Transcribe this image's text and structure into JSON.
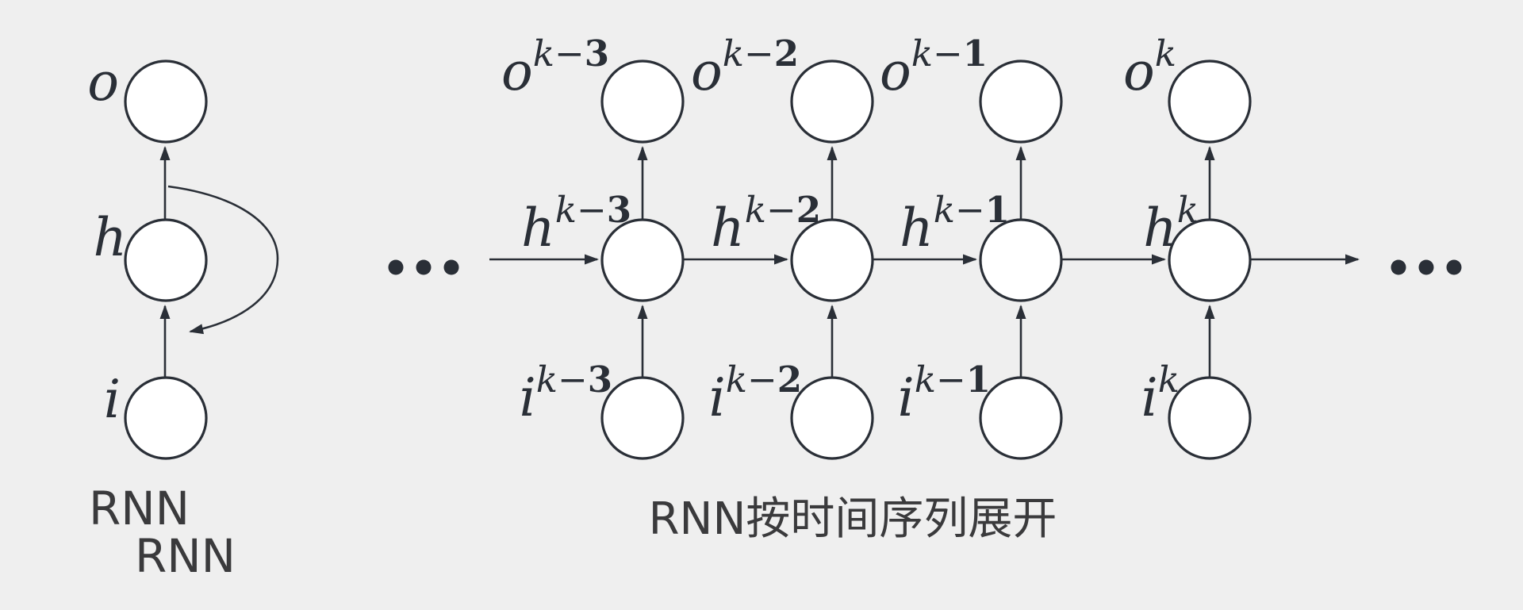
{
  "figure": {
    "colors": {
      "background": "#efefef",
      "ink": "#2a2f37",
      "node_fill": "#ffffff",
      "caption_text": "#3a3a3c"
    },
    "left_diagram": {
      "node_labels": {
        "output": {
          "base": "o",
          "sup": []
        },
        "hidden": {
          "base": "h",
          "sup": []
        },
        "input": {
          "base": "i",
          "sup": []
        }
      },
      "caption_line_1": "RNN",
      "caption_line_2": "RNN"
    },
    "unrolled_diagram": {
      "caption": "RNN按时间序列展开",
      "ellipsis_left": "3 dots",
      "ellipsis_right": "3 dots",
      "columns": [
        {
          "time": "k-3",
          "output": {
            "base": "o",
            "sup": [
              {
                "t": "k",
                "style": "italic"
              },
              {
                "t": "−",
                "style": "plain"
              },
              {
                "t": "3",
                "style": "bold"
              }
            ]
          },
          "hidden": {
            "base": "h",
            "sup": [
              {
                "t": "k",
                "style": "italic"
              },
              {
                "t": "−",
                "style": "plain"
              },
              {
                "t": "3",
                "style": "bold"
              }
            ]
          },
          "input": {
            "base": "i",
            "sup": [
              {
                "t": "k",
                "style": "italic"
              },
              {
                "t": "−",
                "style": "plain"
              },
              {
                "t": "3",
                "style": "bold"
              }
            ]
          }
        },
        {
          "time": "k-2",
          "output": {
            "base": "o",
            "sup": [
              {
                "t": "k",
                "style": "italic"
              },
              {
                "t": "−",
                "style": "plain"
              },
              {
                "t": "2",
                "style": "bold"
              }
            ]
          },
          "hidden": {
            "base": "h",
            "sup": [
              {
                "t": "k",
                "style": "italic"
              },
              {
                "t": "−",
                "style": "plain"
              },
              {
                "t": "2",
                "style": "bold"
              }
            ]
          },
          "input": {
            "base": "i",
            "sup": [
              {
                "t": "k",
                "style": "italic"
              },
              {
                "t": "−",
                "style": "plain"
              },
              {
                "t": "2",
                "style": "bold"
              }
            ]
          }
        },
        {
          "time": "k-1",
          "output": {
            "base": "o",
            "sup": [
              {
                "t": "k",
                "style": "italic"
              },
              {
                "t": "−",
                "style": "plain"
              },
              {
                "t": "1",
                "style": "bold"
              }
            ]
          },
          "hidden": {
            "base": "h",
            "sup": [
              {
                "t": "k",
                "style": "italic"
              },
              {
                "t": "−",
                "style": "plain"
              },
              {
                "t": "1",
                "style": "bold"
              }
            ]
          },
          "input": {
            "base": "i",
            "sup": [
              {
                "t": "k",
                "style": "italic"
              },
              {
                "t": "−",
                "style": "plain"
              },
              {
                "t": "1",
                "style": "bold"
              }
            ]
          }
        },
        {
          "time": "k",
          "output": {
            "base": "o",
            "sup": [
              {
                "t": "k",
                "style": "italic"
              }
            ]
          },
          "hidden": {
            "base": "h",
            "sup": [
              {
                "t": "k",
                "style": "italic"
              }
            ]
          },
          "input": {
            "base": "i",
            "sup": [
              {
                "t": "k",
                "style": "italic"
              }
            ]
          }
        }
      ]
    }
  }
}
